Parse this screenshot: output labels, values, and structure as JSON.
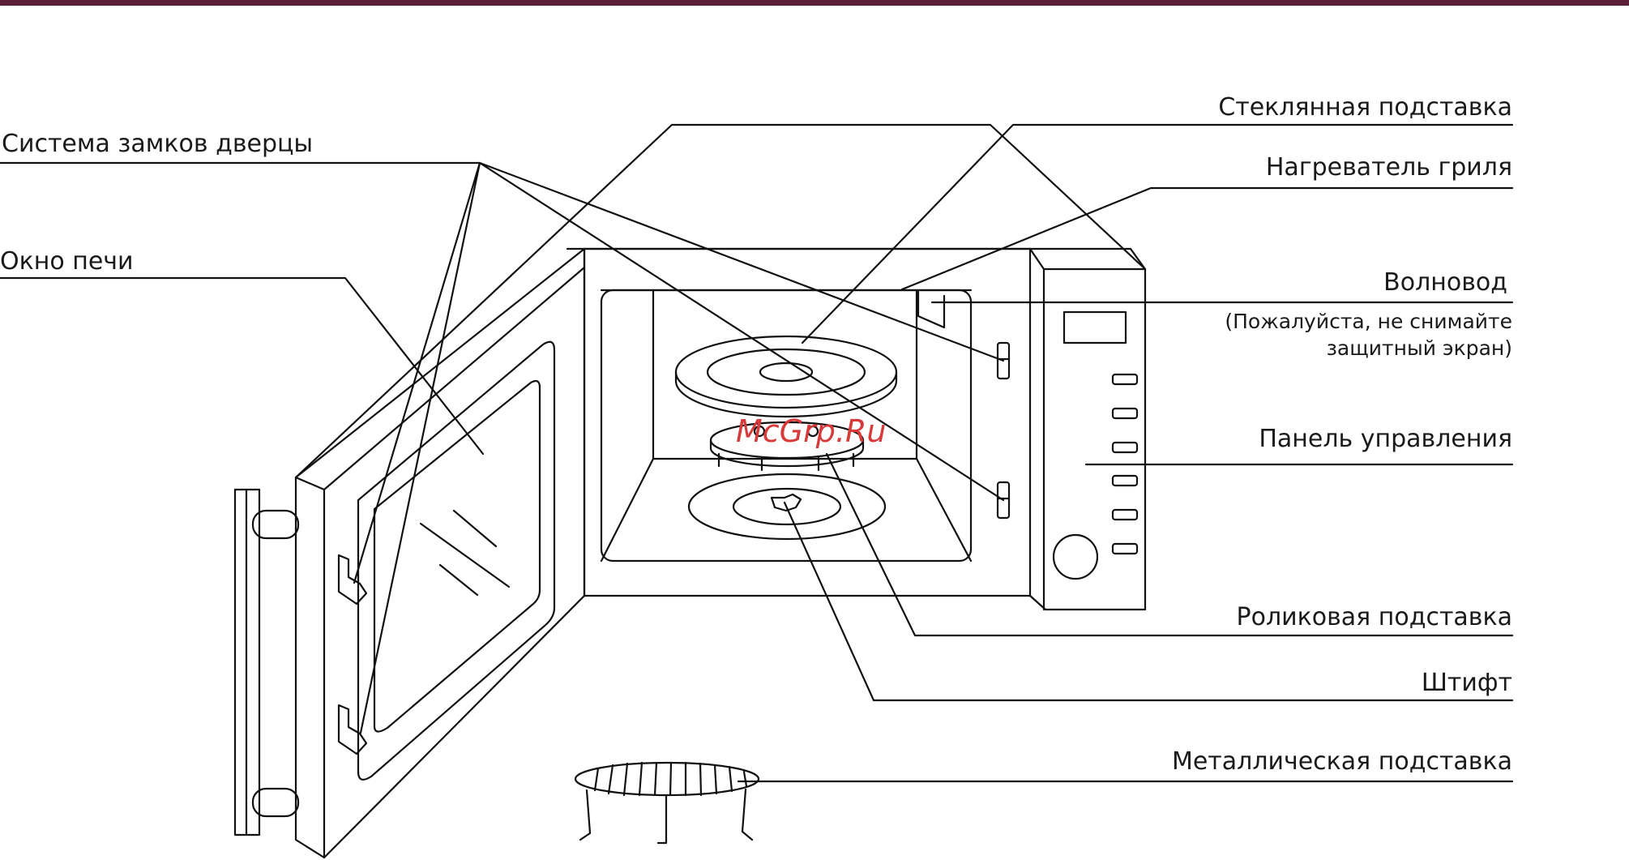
{
  "colors": {
    "top_bar": "#5a2036",
    "line": "#111111",
    "watermark": "#d83a3a"
  },
  "labels": {
    "door_locks": "Система замков дверцы",
    "oven_window": "Окно печи",
    "glass_tray": "Стеклянная подставка",
    "grill_heater": "Нагреватель гриля",
    "waveguide": "Волновод",
    "waveguide_note_1": "(Пожалуйста, не снимайте",
    "waveguide_note_2": "защитный экран)",
    "control_panel": "Панель управления",
    "roller_ring": "Роликовая подставка",
    "shaft": "Штифт",
    "metal_rack": "Металлическая подставка"
  },
  "watermark": "McGrp.Ru"
}
